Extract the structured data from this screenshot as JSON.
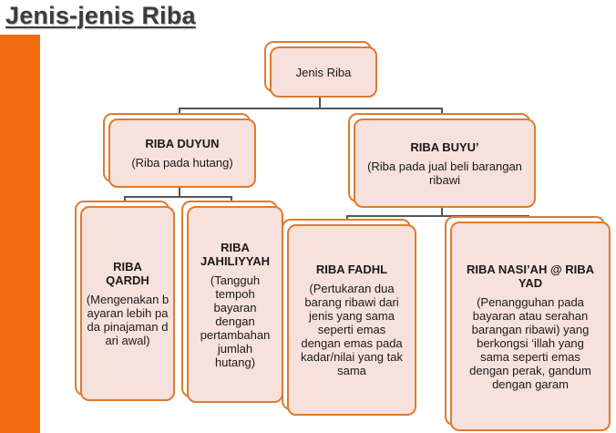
{
  "title": "Jenis-jenis Riba",
  "colors": {
    "accent_bar": "#f26b0f",
    "box_fill": "#f7e1dc",
    "box_border": "#e07a2e"
  },
  "root": {
    "label": "Jenis Riba"
  },
  "duyun": {
    "title": "RIBA DUYUN",
    "desc": "(Riba pada hutang)",
    "children": {
      "qardh": {
        "title": "RIBA QARDH",
        "desc": "(Mengenakan bayaran lebih pada pinajaman dari awal)"
      },
      "jahiliyyah": {
        "title": "RIBA JAHILIYYAH",
        "desc": "(Tangguh tempoh bayaran dengan pertambahan jumlah hutang)"
      }
    }
  },
  "buyu": {
    "title": "RIBA BUYU’",
    "desc": "(Riba pada jual beli barangan ribawi",
    "children": {
      "fadhl": {
        "title": "RIBA FADHL",
        "desc": "(Pertukaran dua barang ribawi dari jenis yang sama seperti emas dengan emas pada kadar/nilai yang tak sama"
      },
      "nasiah": {
        "title": "RIBA NASI’AH @ RIBA YAD",
        "desc": "(Penangguhan pada bayaran atau serahan barangan ribawi) yang berkongsi ‘illah yang sama seperti emas dengan perak, gandum dengan garam"
      }
    }
  }
}
